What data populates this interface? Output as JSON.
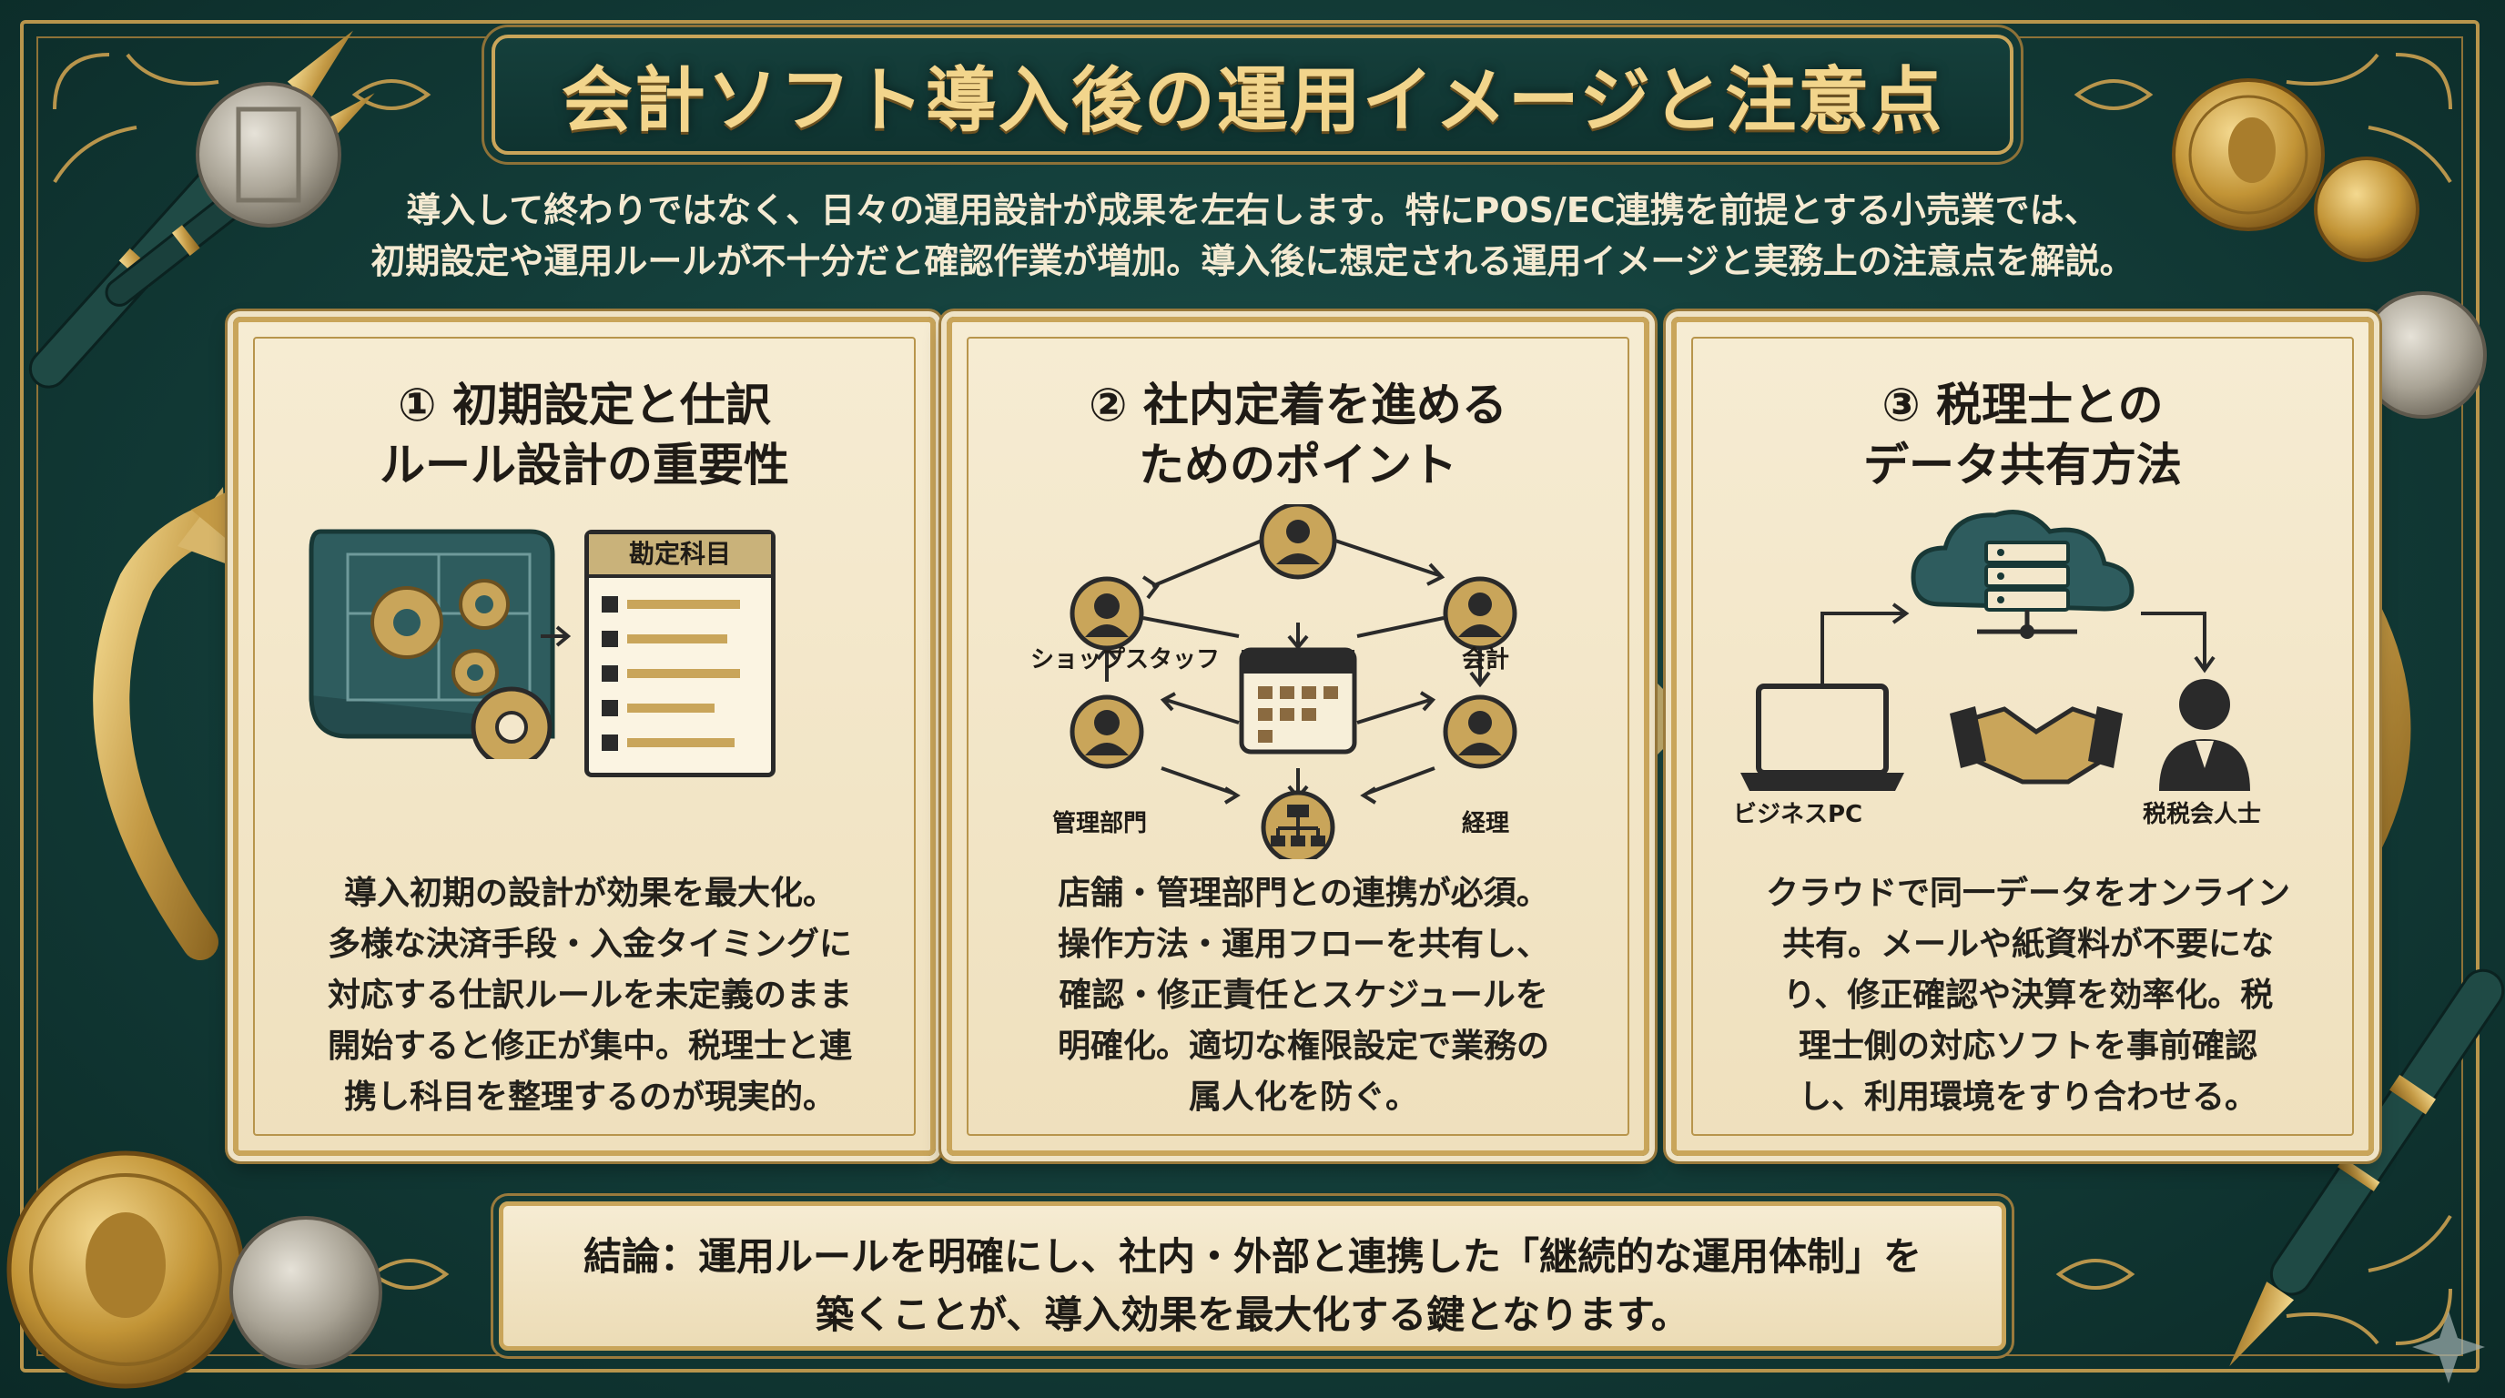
{
  "title": "会計ソフト導入後の運用イメージと注意点",
  "intro": {
    "line1": "導入して終わりではなく、日々の運用設計が成果を左右します。特にPOS/EC連携を前提とする小売業では、",
    "line2": "初期設定や運用ルールが不十分だと確認作業が増加。導入後に想定される運用イメージと実務上の注意点を解説。"
  },
  "cards": [
    {
      "title_line1": "① 初期設定と仕訳",
      "title_line2": "ルール設計の重要性",
      "labels": {
        "chart_of_accounts": "勘定科目"
      },
      "body": [
        "導入初期の設計が効果を最大化。",
        "多様な決済手段・入金タイミングに",
        "対応する仕訳ルールを未定義のまま",
        "開始すると修正が集中。税理士と連",
        "携し科目を整理するのが現実的。"
      ]
    },
    {
      "title_line1": "② 社内定着を進める",
      "title_line2": "ためのポイント",
      "labels": {
        "shop_staff": "ショップスタッフ",
        "accounting": "会計",
        "admin": "管理部門",
        "finance": "経理"
      },
      "body": [
        "店舗・管理部門との連携が必須。",
        "操作方法・運用フローを共有し、",
        "確認・修正責任とスケジュールを",
        "明確化。適切な権限設定で業務の",
        "属人化を防ぐ。"
      ]
    },
    {
      "title_line1": "③ 税理士との",
      "title_line2": "データ共有方法",
      "labels": {
        "business_pc": "ビジネスPC",
        "tax_accountant": "税税会人士"
      },
      "body": [
        "クラウドで同一データをオンライン",
        "共有。メールや紙資料が不要にな",
        "り、修正確認や決算を効率化。税",
        "理士側の対応ソフトを事前確認",
        "し、利用環境をすり合わせる。"
      ]
    }
  ],
  "conclusion": {
    "line1": "結論：運用ルールを明確にし、社内・外部と連携した「継続的な運用体制」を",
    "line2": "築くことが、導入効果を最大化する鍵となります。"
  },
  "colors": {
    "background": "#143f3b",
    "gold": "#c9a55a",
    "parchment": "#f3e7cb",
    "ink": "#1f1b16"
  }
}
